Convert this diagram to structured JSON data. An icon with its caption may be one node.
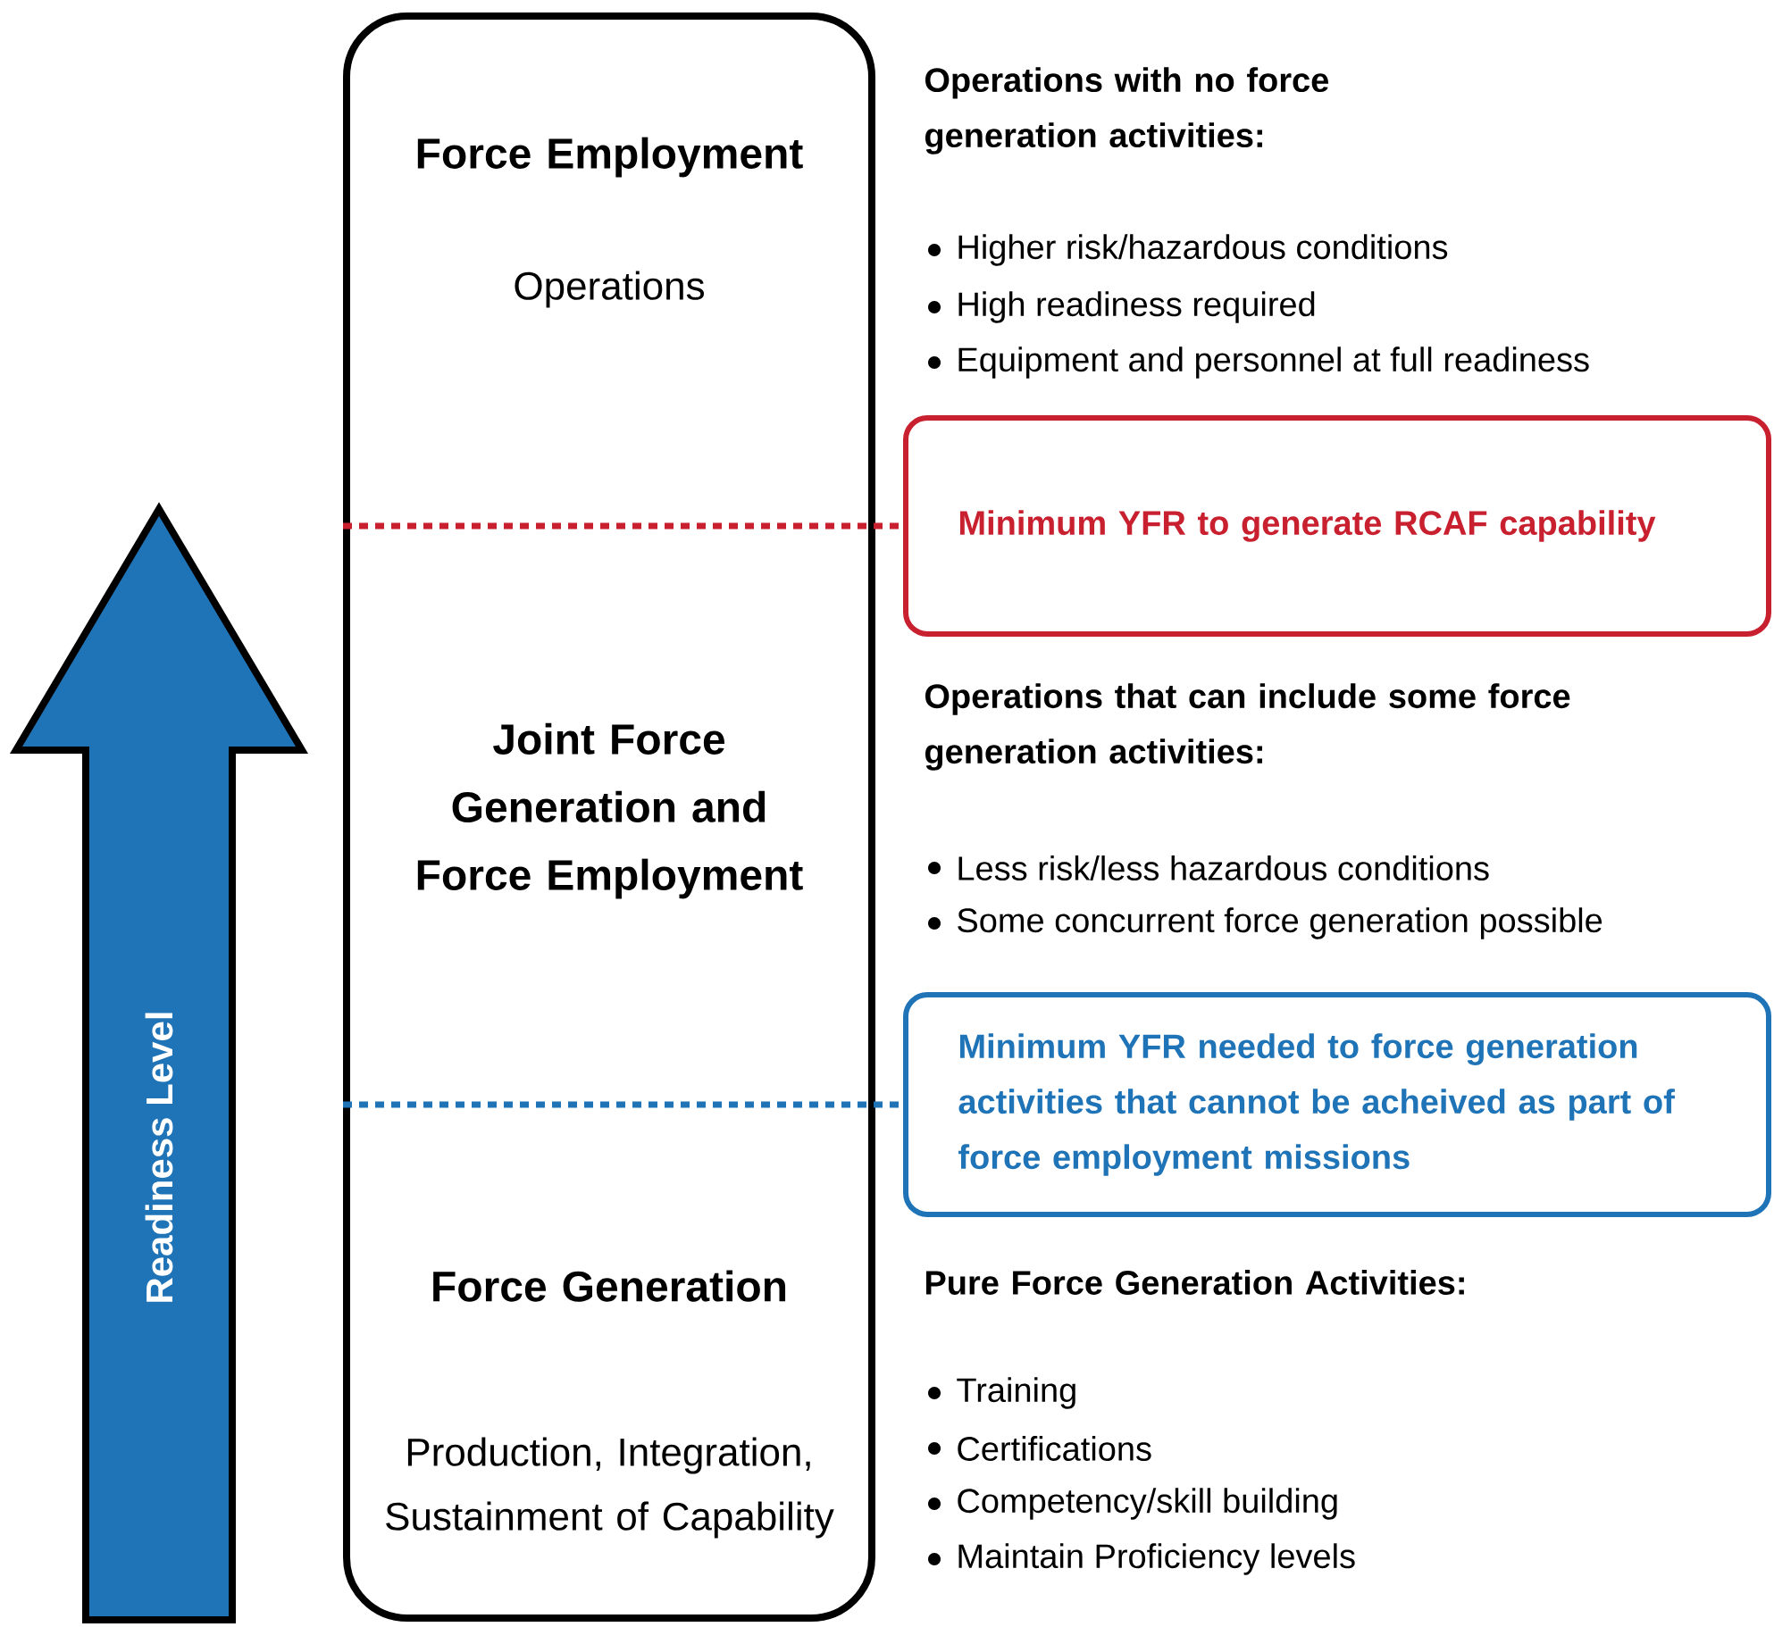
{
  "diagram": {
    "nodes": [
      {
        "text": [
          "Readiness Level"
        ]
      },
      {
        "text": [
          "Force Employment",
          "Operations",
          "Joint Force Generation and Force Employment",
          "Force Generation",
          "Production, Integration, Sustainment of Capability"
        ]
      },
      {
        "text": [
          "Minimum YFR to generate RCAF capability"
        ]
      },
      {
        "text": [
          "Minimum YFR needed to force generation activities that cannot be acheived as part of force employment missions"
        ]
      }
    ],
    "edges": [
      {
        "from": 1,
        "to": 2,
        "arrow": "none",
        "style": "dashed",
        "color": "#c8202f"
      },
      {
        "from": 1,
        "to": 3,
        "arrow": "none",
        "style": "dashed",
        "color": "#1f73b7"
      }
    ],
    "labels": [
      "Operations with no force generation activities:",
      "Higher risk/hazardous conditions",
      "High readiness required",
      "Equipment and personnel at full readiness",
      "Operations that can include some force generation activities:",
      "Less risk/less hazardous conditions",
      "Some concurrent force generation possible",
      "Pure Force Generation Activities:",
      "Training",
      "Certifications",
      "Competency/skill building",
      "Maintain Proficiency levels"
    ]
  }
}
